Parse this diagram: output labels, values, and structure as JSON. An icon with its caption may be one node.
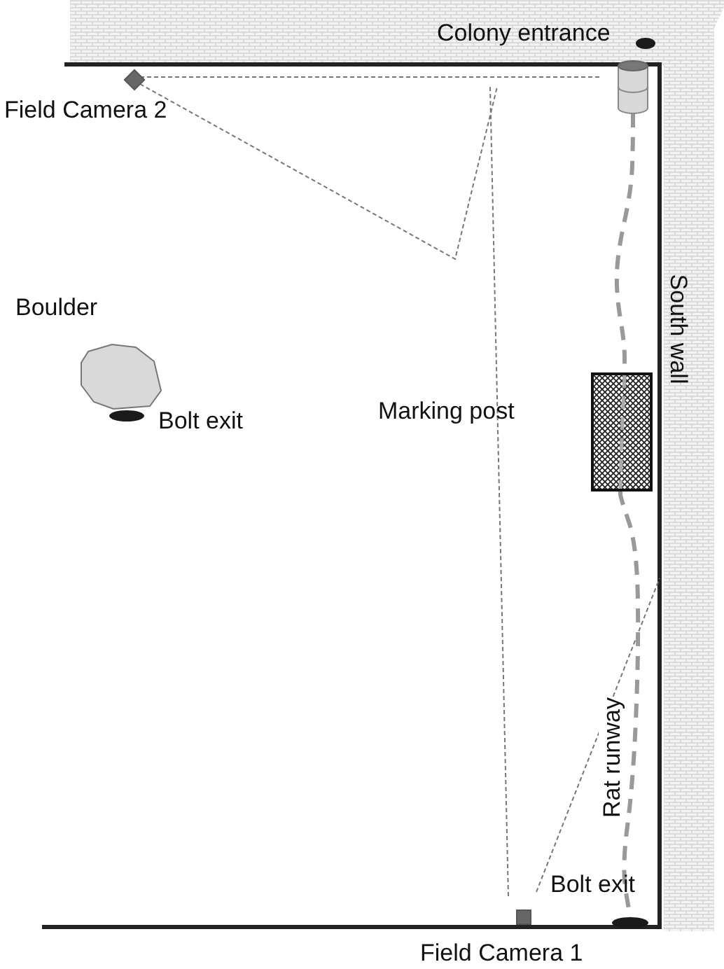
{
  "diagram": {
    "nodes": [
      {
        "text": [],
        "shape": "circle",
        "beside": [
          "Colony entrance"
        ]
      },
      {
        "text": [],
        "shape": "cylinder"
      },
      {
        "text": [],
        "shape": "box",
        "beside": [
          "Field Camera 2"
        ]
      },
      {
        "text": [],
        "shape": "rock",
        "beside": [
          "Boulder"
        ]
      },
      {
        "text": [],
        "shape": "circle",
        "beside": [
          "Bolt exit"
        ]
      },
      {
        "text": [],
        "shape": "box",
        "beside": [
          "Marking post"
        ]
      },
      {
        "text": [],
        "shape": "circle",
        "beside": [
          "Bolt exit"
        ]
      },
      {
        "text": [],
        "shape": "box",
        "beside": [
          "Field Camera 1"
        ]
      }
    ],
    "edges": [
      {
        "from": 1,
        "to": 5,
        "arrow": "none",
        "style": "dashed"
      },
      {
        "from": 5,
        "to": 6,
        "arrow": "none",
        "style": "dashed",
        "label": "Rat runway"
      }
    ],
    "labels": [
      "South wall"
    ]
  }
}
